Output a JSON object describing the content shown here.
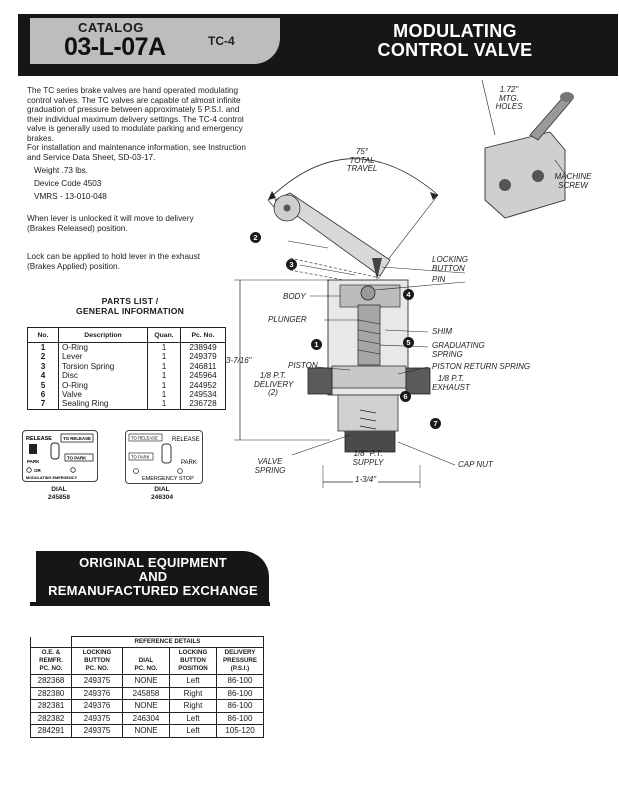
{
  "header": {
    "catalog_label": "CATALOG",
    "catalog_number": "03-L-07A",
    "model": "TC-4",
    "title_line1": "MODULATING",
    "title_line2": "CONTROL VALVE"
  },
  "intro": {
    "paragraph1": "The TC series brake valves are hand operated modulating control valves. The TC valves are capable of almost infinite graduation of pressure between approximately 5 P.S.I. and their individual maximum delivery settings. The TC-4 control valve is generally used to modulate parking and emergency brakes.",
    "paragraph2": "For installation and maintenance information, see Instruction and Service Data Sheet, SD-03-17.",
    "weight": "Weight .73 lbs.",
    "device_code": "Device Code 4503",
    "vmrs": "VMRS - 13-010-048",
    "note_unlocked": "When lever is unlocked it will move to delivery (Brakes Released) position.",
    "note_lock": "Lock can be applied to hold lever in the exhaust (Brakes Applied) position."
  },
  "parts_list": {
    "title_line1": "PARTS LIST /",
    "title_line2": "GENERAL INFORMATION",
    "headers": [
      "No.",
      "Description",
      "Quan.",
      "Pc. No."
    ],
    "rows": [
      [
        "1",
        "O-Ring",
        "1",
        "238949"
      ],
      [
        "2",
        "Lever",
        "1",
        "249379"
      ],
      [
        "3",
        "Torsion Spring",
        "1",
        "246811"
      ],
      [
        "4",
        "Disc",
        "1",
        "245964"
      ],
      [
        "5",
        "O-Ring",
        "1",
        "244952"
      ],
      [
        "6",
        "Valve",
        "1",
        "249534"
      ],
      [
        "7",
        "Sealing Ring",
        "1",
        "236728"
      ]
    ]
  },
  "dials": [
    {
      "label": "DIAL",
      "number": "245858",
      "text_release": "RELEASE",
      "text_to_release": "TO RELEASE",
      "text_to_park": "TO PARK",
      "text_park": "PARK",
      "text_or": "OR",
      "text_bottom": "MODULATING EMERGENCY"
    },
    {
      "label": "DIAL",
      "number": "246304",
      "text_to_release": "TO RELEASE",
      "text_release": "RELEASE",
      "text_to_park": "TO PARK",
      "text_park": "PARK",
      "text_bottom": "EMERGENCY STOP"
    }
  ],
  "diagram": {
    "travel_line1": "75°",
    "travel_line2": "TOTAL",
    "travel_line3": "TRAVEL",
    "mtg_line1": "1.72\"",
    "mtg_line2": "MTG.",
    "mtg_line3": "HOLES",
    "machine_screw_line1": "MACHINE",
    "machine_screw_line2": "SCREW",
    "locking_button_line1": "LOCKING",
    "locking_button_line2": "BUTTON",
    "pin": "PIN",
    "body": "BODY",
    "plunger": "PLUNGER",
    "shim": "SHIM",
    "graduating_line1": "GRADUATING",
    "graduating_line2": "SPRING",
    "piston": "PISTON",
    "piston_return": "PISTON RETURN SPRING",
    "height_dim": "3-7/16\"",
    "delivery_line1": "1/8 P.T.",
    "delivery_line2": "DELIVERY",
    "delivery_line3": "(2)",
    "exhaust_line1": "1/8 P.T.",
    "exhaust_line2": "EXHAUST",
    "supply_line1": "1/8\" P.T.",
    "supply_line2": "SUPPLY",
    "valve_spring_line1": "VALVE",
    "valve_spring_line2": "SPRING",
    "cap_nut": "CAP NUT",
    "width_dim": "1-3/4\"",
    "callouts": [
      "1",
      "2",
      "3",
      "4",
      "5",
      "6",
      "7"
    ]
  },
  "banner2": {
    "line1": "ORIGINAL EQUIPMENT",
    "line2": "AND",
    "line3": "REMANUFACTURED EXCHANGE"
  },
  "reference_table": {
    "group_header": "REFERENCE DETAILS",
    "col1_line1": "O.E. &",
    "col1_line2": "REMFR.",
    "col1_line3": "PC. NO.",
    "col2_line1": "LOCKING",
    "col2_line2": "BUTTON",
    "col2_line3": "PC. NO.",
    "col3_line1": "DIAL",
    "col3_line2": "PC. NO.",
    "col4_line1": "LOCKING",
    "col4_line2": "BUTTON",
    "col4_line3": "POSITION",
    "col5_line1": "DELIVERY",
    "col5_line2": "PRESSURE",
    "col5_line3": "(P.S.I.)",
    "rows": [
      [
        "282368",
        "249375",
        "NONE",
        "Left",
        "86-100"
      ],
      [
        "282380",
        "249376",
        "245858",
        "Right",
        "86-100"
      ],
      [
        "282381",
        "249376",
        "NONE",
        "Right",
        "86-100"
      ],
      [
        "282382",
        "249375",
        "246304",
        "Left",
        "86-100"
      ],
      [
        "284291",
        "249375",
        "NONE",
        "Left",
        "105-120"
      ]
    ]
  }
}
